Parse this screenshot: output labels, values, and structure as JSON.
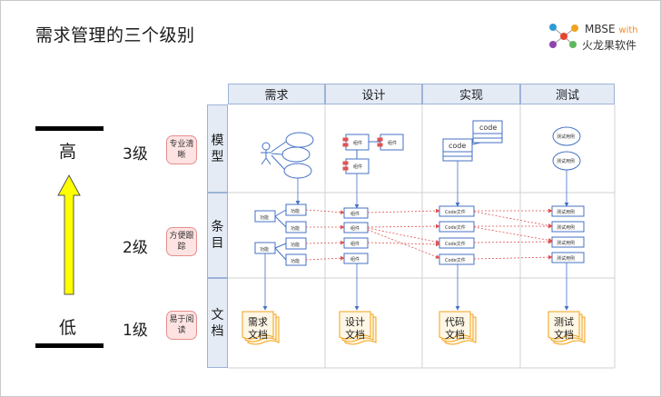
{
  "title": "需求管理的三个级别",
  "brand": {
    "line1": "MBSE",
    "with": "with",
    "line2": "火龙果软件"
  },
  "columns": [
    "需求",
    "设计",
    "实现",
    "测试"
  ],
  "rows": [
    "模型",
    "条目",
    "文档"
  ],
  "levels": [
    "3级",
    "2级",
    "1级"
  ],
  "tags": [
    "专业清晰",
    "方便跟踪",
    "易于阅读"
  ],
  "axis": {
    "high": "高",
    "low": "低"
  },
  "diagram": {
    "function_label": "功能",
    "component_label": "组件",
    "code_label": "code",
    "code_file_label": "Code文件",
    "test_case_label": "测试用例",
    "docs": [
      "需求文档",
      "设计文档",
      "代码文档",
      "测试文档"
    ]
  },
  "colors": {
    "accent": "#4472c4",
    "trace": "#e05252",
    "tag_fill": "#fde3e2",
    "arrow": "#ffff00"
  }
}
